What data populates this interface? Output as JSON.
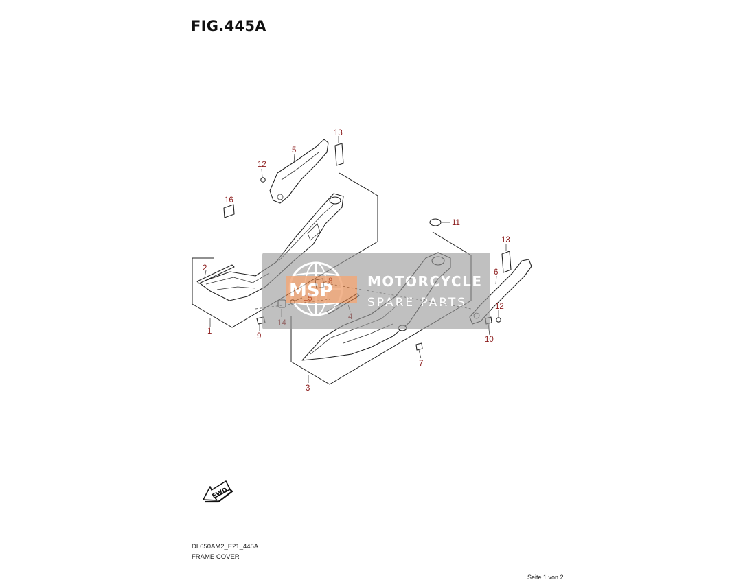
{
  "figure": {
    "title": "FIG.445A",
    "code": "DL650AM2_E21_445A",
    "name": "FRAME COVER"
  },
  "callouts": [
    "1",
    "2",
    "3",
    "4",
    "5",
    "6",
    "7",
    "8",
    "9",
    "10",
    "11",
    "12",
    "12",
    "13",
    "13",
    "14",
    "15",
    "16"
  ],
  "fwd_label": "FWD",
  "watermark": {
    "logo": "MSP",
    "line1": "MOTORCYCLE",
    "line2": "SPARE PARTS"
  },
  "page_indicator": "Seite 1 von 2",
  "colors": {
    "callout": "#8b1a1a",
    "watermark_band": "#9a9a9a",
    "watermark_logo": "#e8742c"
  }
}
